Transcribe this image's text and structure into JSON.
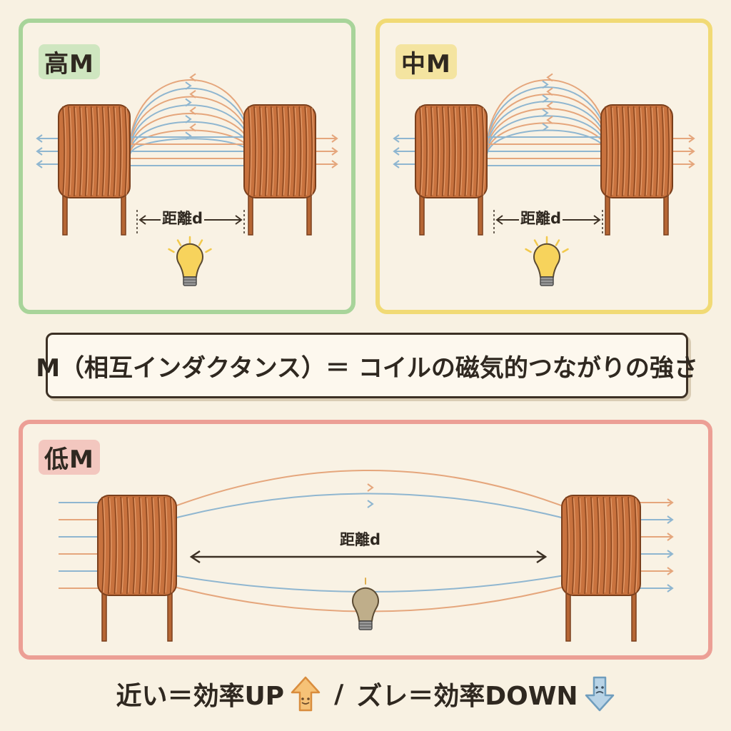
{
  "panels": {
    "high": {
      "label": "高M",
      "distance_label": "距離d"
    },
    "mid": {
      "label": "中M",
      "distance_label": "距離d"
    },
    "low": {
      "label": "低M",
      "distance_label": "距離d"
    }
  },
  "definition": "M（相互インダクタンス）＝ コイルの磁気的つながりの強さ",
  "footer": {
    "left_text": "近い＝効率UP",
    "separator": "/",
    "right_text": "ズレ＝効率DOWN"
  },
  "colors": {
    "high_border": "#a8d49a",
    "mid_border": "#f1da75",
    "low_border": "#ec9f95",
    "coil_copper": "#c8723e",
    "field_blue": "#8fb6d0",
    "field_orange": "#e5a67c",
    "bulb_bright": "#f7d35c",
    "bulb_dim": "#bfae8a"
  },
  "icons": [
    "lightbulb-icon",
    "arrow-up-icon",
    "arrow-down-icon"
  ]
}
